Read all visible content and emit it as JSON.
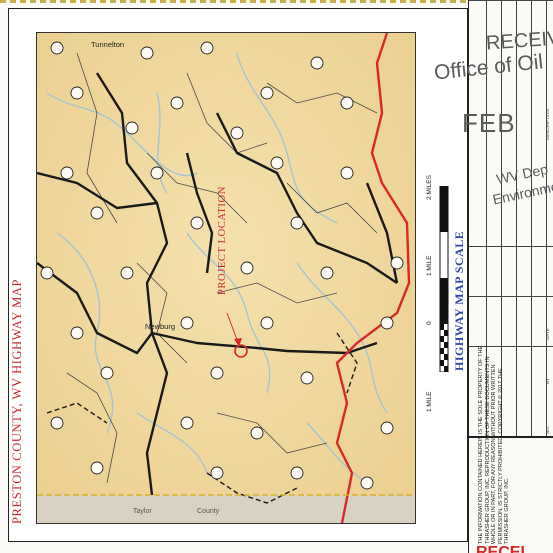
{
  "map_title": "PRESTON COUNTY, WV HIGHWAY MAP",
  "scale_title": "HIGHWAY MAP SCALE",
  "scale_labels": [
    "1 MILE",
    "0",
    "1 MILE",
    "2 MILES"
  ],
  "project_label": "PROJECT LOCATION",
  "map_text": [
    "Tunnelton",
    "Newburg",
    "Taylor",
    "County"
  ],
  "notice": "THE INFORMATION CONTAINED HEREIN IS THE SOLE PROPERTY OF THE THRASHER GROUP, INC. REPRODUCTION OF THESE DOCUMENTS IN WHOLE OR IN PART, FOR ANY REASON WITHOUT PRIOR WRITTEN PERMISSION, IS STRICTLY PROHIBITED. COPYRIGHT © 2017 THE THRASHER GROUP, INC.",
  "revision_headers": [
    "NO.",
    "BY",
    "DATE",
    "DESCRIPTION"
  ],
  "stamp": {
    "line1": "RECEIV",
    "line2": "Office of Oil",
    "line3": "FEB",
    "line4": "WV Dep",
    "line5": "Environmen"
  },
  "stamp_cut": "RECEI",
  "colors": {
    "map_bg": "#f2dca8",
    "road_black": "#1a1a1a",
    "road_red": "#d8282a",
    "water": "#9fc4d8",
    "title_red": "#c8282e",
    "scale_blue": "#2d46a6",
    "county_line": "#d6b12a"
  }
}
